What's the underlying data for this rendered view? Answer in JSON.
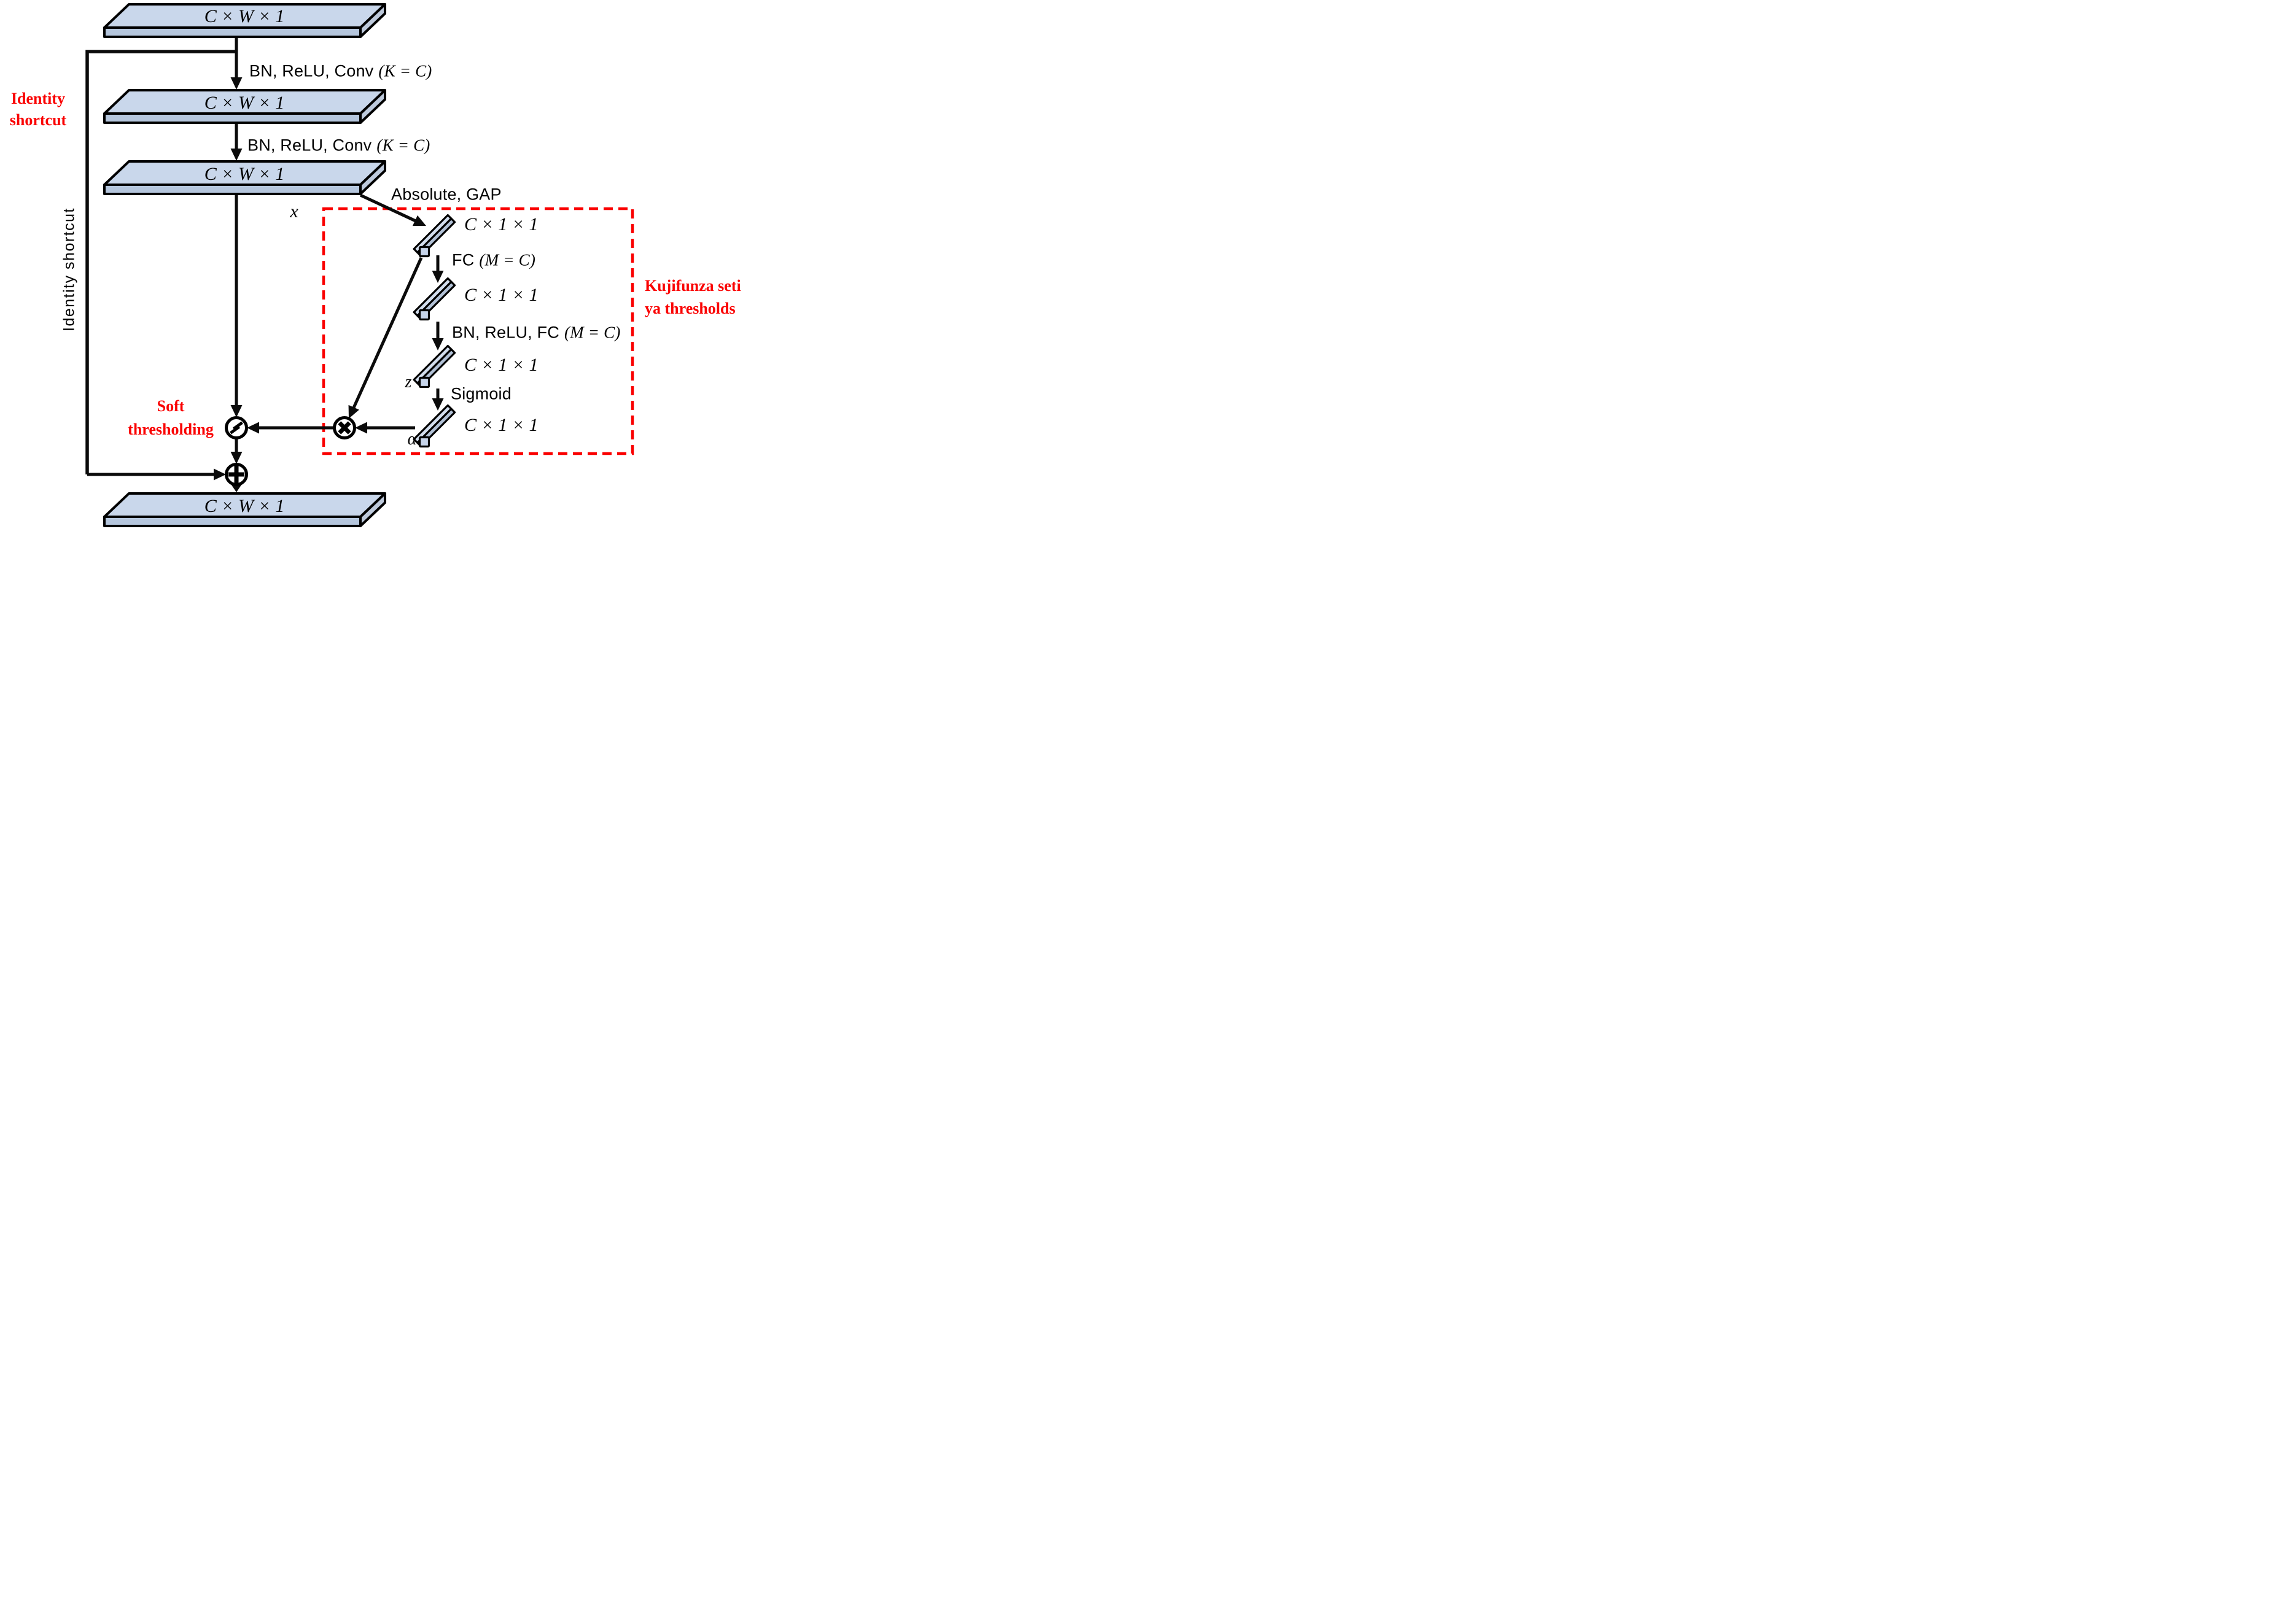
{
  "diagram": {
    "slabs": [
      {
        "label": "C × W × 1"
      },
      {
        "label": "C × W × 1"
      },
      {
        "label": "C × W × 1"
      },
      {
        "label": "C × W × 1"
      }
    ],
    "bars": [
      {
        "label": "C × 1 × 1"
      },
      {
        "label": "C × 1 × 1"
      },
      {
        "label": "C × 1 × 1"
      },
      {
        "label": "C × 1 × 1"
      }
    ],
    "operations": {
      "conv1": {
        "prefix": "BN, ReLU, Conv",
        "param": "(K = C)"
      },
      "conv2": {
        "prefix": "BN, ReLU, Conv",
        "param": "(K = C)"
      },
      "absolute_gap": "Absolute, GAP",
      "fc": {
        "prefix": "FC",
        "param": "(M = C)"
      },
      "bn_relu_fc": {
        "prefix": "BN, ReLU, FC",
        "param": "(M = C)"
      },
      "sigmoid": "Sigmoid"
    },
    "variables": {
      "input": "x",
      "hidden": "z",
      "scale": "α"
    },
    "annotations": {
      "identity_shortcut": {
        "line1": "Identity",
        "line2": "shortcut"
      },
      "identity_shortcut_rotated": "Identity shortcut",
      "soft_thresholding": {
        "line1": "Soft",
        "line2": "thresholding"
      },
      "learn_thresholds": {
        "line1": "Kujifunza seti",
        "line2": "ya thresholds"
      }
    },
    "icons": {
      "multiply_node": "circle-times-icon",
      "add_node": "circle-plus-icon",
      "soft_threshold_node": "circle-soft-threshold-icon"
    },
    "colors": {
      "slab_top": "#c9d7eb",
      "slab_front": "#b5c6dd",
      "slab_side": "#bdc9db",
      "bar_top": "#d3deee",
      "bar_front": "#b2c1d6",
      "bar_cap": "#c6d4ea",
      "outline": "#000000",
      "line": "#0b0b0b",
      "red": "#fa0000",
      "background": "#ffffff"
    }
  }
}
